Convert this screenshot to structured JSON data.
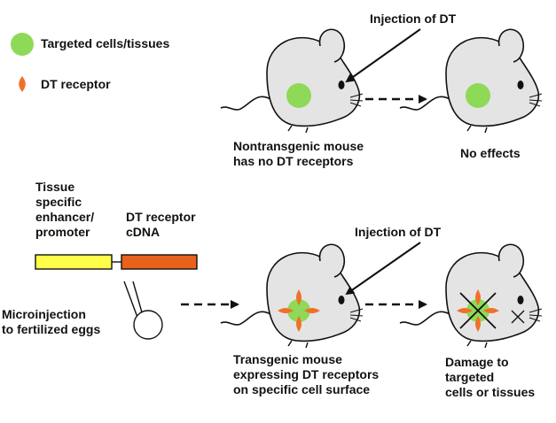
{
  "legend": {
    "targeted_label": "Targeted cells/tissues",
    "receptor_label": "DT receptor",
    "targeted_color": "#8ed957",
    "receptor_color": "#f0702a"
  },
  "top_row": {
    "injection_label": "Injection of DT",
    "mouse1_caption": [
      "Nontransgenic mouse",
      "has no DT receptors"
    ],
    "mouse2_caption": "No effects"
  },
  "construct": {
    "promoter_label": [
      "Tissue",
      "specific",
      "enhancer/",
      "promoter"
    ],
    "cdna_label": [
      "DT receptor",
      "cDNA"
    ],
    "promoter_color": "#ffff4a",
    "cdna_color": "#e8621d"
  },
  "bottom_row": {
    "microinjection_label": [
      "Microinjection",
      "to fertilized eggs"
    ],
    "injection_label": "Injection of DT",
    "mouse3_caption": [
      "Transgenic mouse",
      "expressing DT receptors",
      "on specific cell surface"
    ],
    "mouse4_caption": [
      "Damage to",
      "targeted",
      "cells or tissues"
    ]
  },
  "colors": {
    "mouse_fill": "#e4e4e4",
    "outline": "#111111"
  }
}
